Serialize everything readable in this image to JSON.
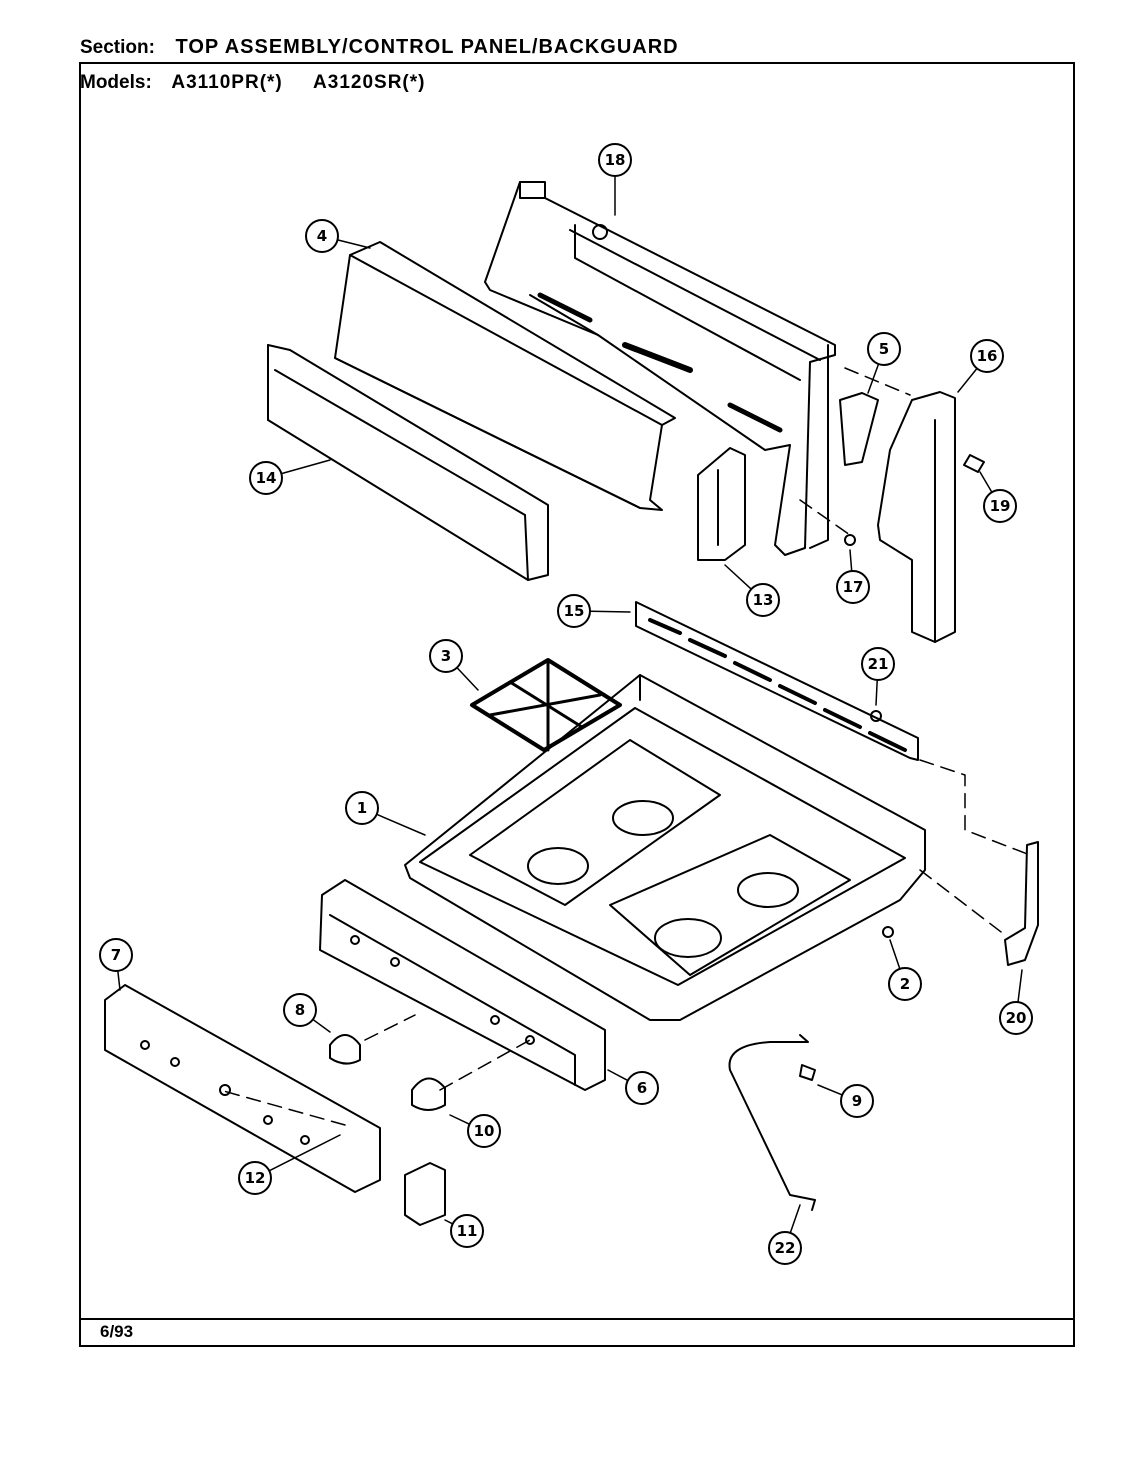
{
  "section": {
    "label": "Section:",
    "value": "TOP ASSEMBLY/CONTROL PANEL/BACKGUARD"
  },
  "models": {
    "label": "Models:",
    "items": [
      "A3110PR(*)",
      "A3120SR(*)"
    ]
  },
  "date": "6/93",
  "callouts": [
    "1",
    "2",
    "3",
    "4",
    "5",
    "6",
    "7",
    "8",
    "9",
    "10",
    "11",
    "12",
    "13",
    "14",
    "15",
    "16",
    "17",
    "18",
    "19",
    "20",
    "21",
    "22"
  ]
}
